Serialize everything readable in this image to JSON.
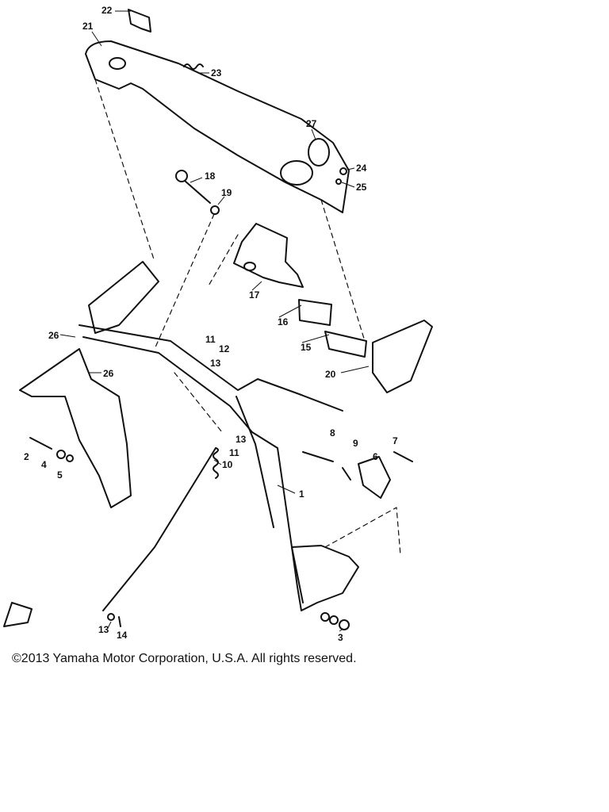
{
  "diagram": {
    "callouts": [
      "1",
      "2",
      "3",
      "4",
      "5",
      "6",
      "7",
      "8",
      "9",
      "10",
      "11",
      "11",
      "12",
      "13",
      "13",
      "13",
      "14",
      "15",
      "16",
      "17",
      "18",
      "19",
      "20",
      "21",
      "22",
      "23",
      "24",
      "25",
      "26",
      "26",
      "27"
    ]
  },
  "footer": {
    "copyright": "©2013 Yamaha Motor Corporation, U.S.A. All rights reserved."
  }
}
